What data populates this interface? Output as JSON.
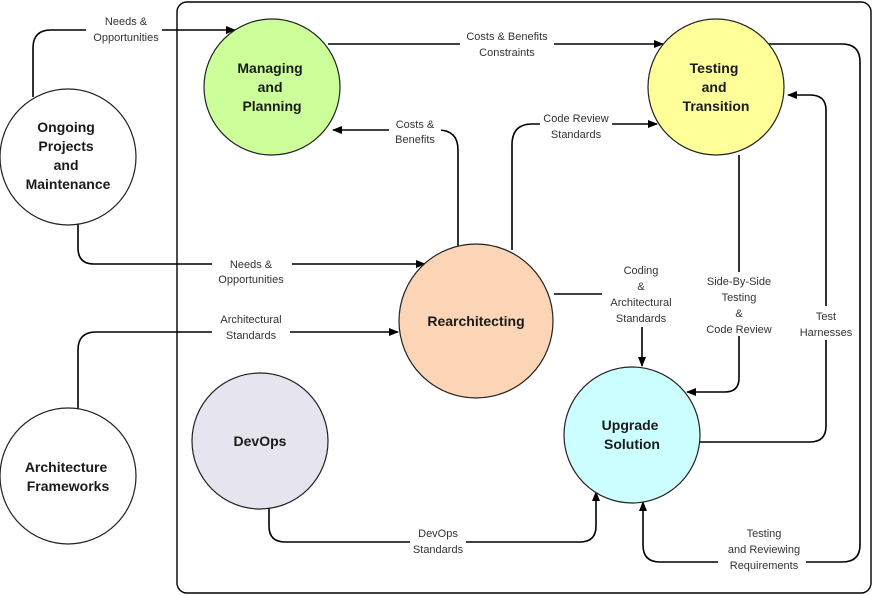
{
  "nodes": {
    "ongoing": {
      "lines": [
        "Ongoing",
        "Projects",
        "and",
        "Maintenance"
      ],
      "color": "#ffffff"
    },
    "managing": {
      "lines": [
        "Managing",
        "and",
        "Planning"
      ],
      "color": "#ccff99"
    },
    "testing": {
      "lines": [
        "Testing",
        "and",
        "Transition"
      ],
      "color": "#ffff99"
    },
    "rearch": {
      "lines": [
        "Rearchitecting"
      ],
      "color": "#fbd5b5"
    },
    "arch": {
      "lines": [
        "Architecture",
        "Frameworks"
      ],
      "color": "#ffffff"
    },
    "devops": {
      "lines": [
        "DevOps"
      ],
      "color": "#e6e4ee"
    },
    "upgrade": {
      "lines": [
        "Upgrade",
        "Solution"
      ],
      "color": "#ccffff"
    }
  },
  "edges": {
    "needs_top": [
      "Needs &",
      "Opportunities"
    ],
    "costs_constraints": [
      "Costs & Benefits",
      "Constraints"
    ],
    "costs_benefits": [
      "Costs &",
      "Benefits"
    ],
    "code_review": [
      "Code Review",
      "Standards"
    ],
    "needs_mid": [
      "Needs &",
      "Opportunities"
    ],
    "arch_standards": [
      "Architectural",
      "Standards"
    ],
    "coding": [
      "Coding",
      "&",
      "Architectural",
      "Standards"
    ],
    "side_by_side": [
      "Side-By-Side",
      "Testing",
      "&",
      "Code Review"
    ],
    "harnesses": [
      "Test",
      "Harnesses"
    ],
    "devops_standards": [
      "DevOps",
      "Standards"
    ],
    "testing_reviewing": [
      "Testing",
      "and Reviewing",
      "Requirements"
    ]
  }
}
